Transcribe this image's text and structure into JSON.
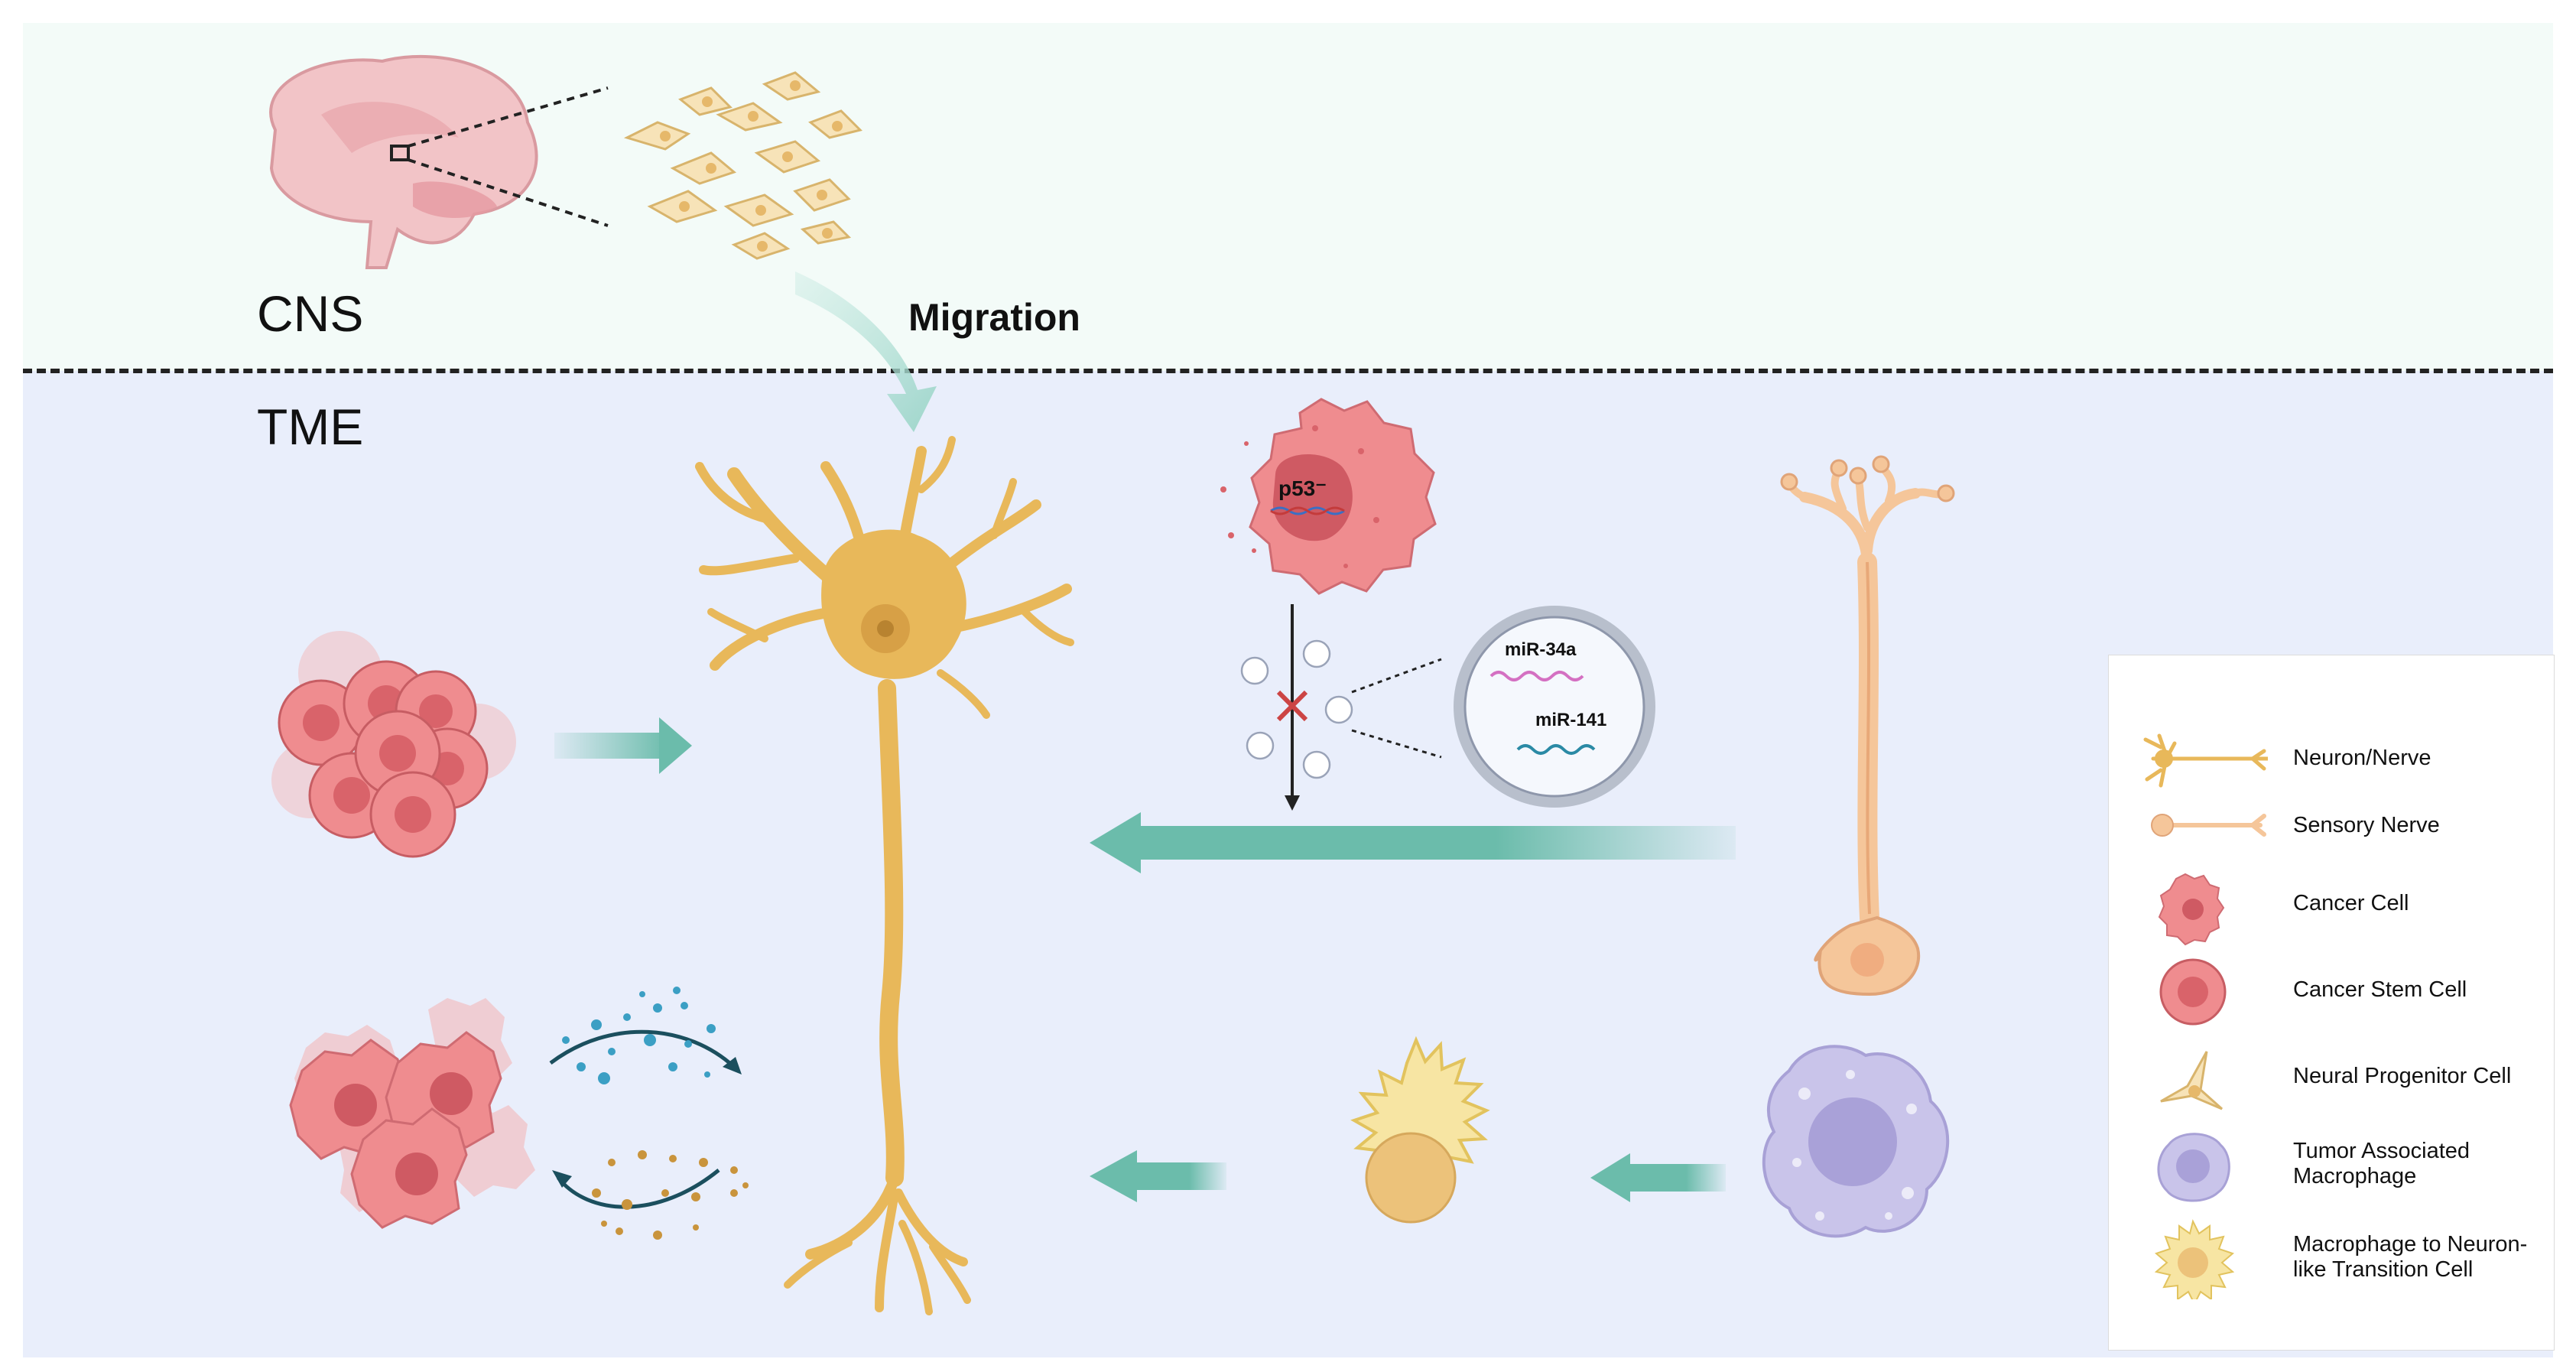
{
  "regions": {
    "top": "CNS",
    "bottom": "TME"
  },
  "labels": {
    "migration": "Migration",
    "p53": "p53⁻",
    "mir_a": "miR-34a",
    "mir_b": "miR-141"
  },
  "legend": {
    "items": [
      {
        "label": "Neuron/Nerve",
        "icon": "neuron-icon"
      },
      {
        "label": "Sensory Nerve",
        "icon": "sensory-nerve-icon"
      },
      {
        "label": "Cancer Cell",
        "icon": "cancer-cell-icon"
      },
      {
        "label": "Cancer Stem Cell",
        "icon": "cancer-stem-cell-icon"
      },
      {
        "label": "Neural Progenitor Cell",
        "icon": "neural-progenitor-cell-icon"
      },
      {
        "label": "Tumor Associated Macrophage",
        "icon": "tumor-associated-macrophage-icon"
      },
      {
        "label": "Macrophage to Neuron-like Transition Cell",
        "icon": "transition-cell-icon"
      }
    ]
  },
  "colors": {
    "cns_bg": "#f3fbf8",
    "tme_bg": "#e9eefb",
    "arrow_teal": "#6bbcab",
    "neuron": "#e8b85a",
    "cancer": "#ef8c8f",
    "macrophage": "#c9c4ea",
    "transition": "#f7e5a3"
  }
}
